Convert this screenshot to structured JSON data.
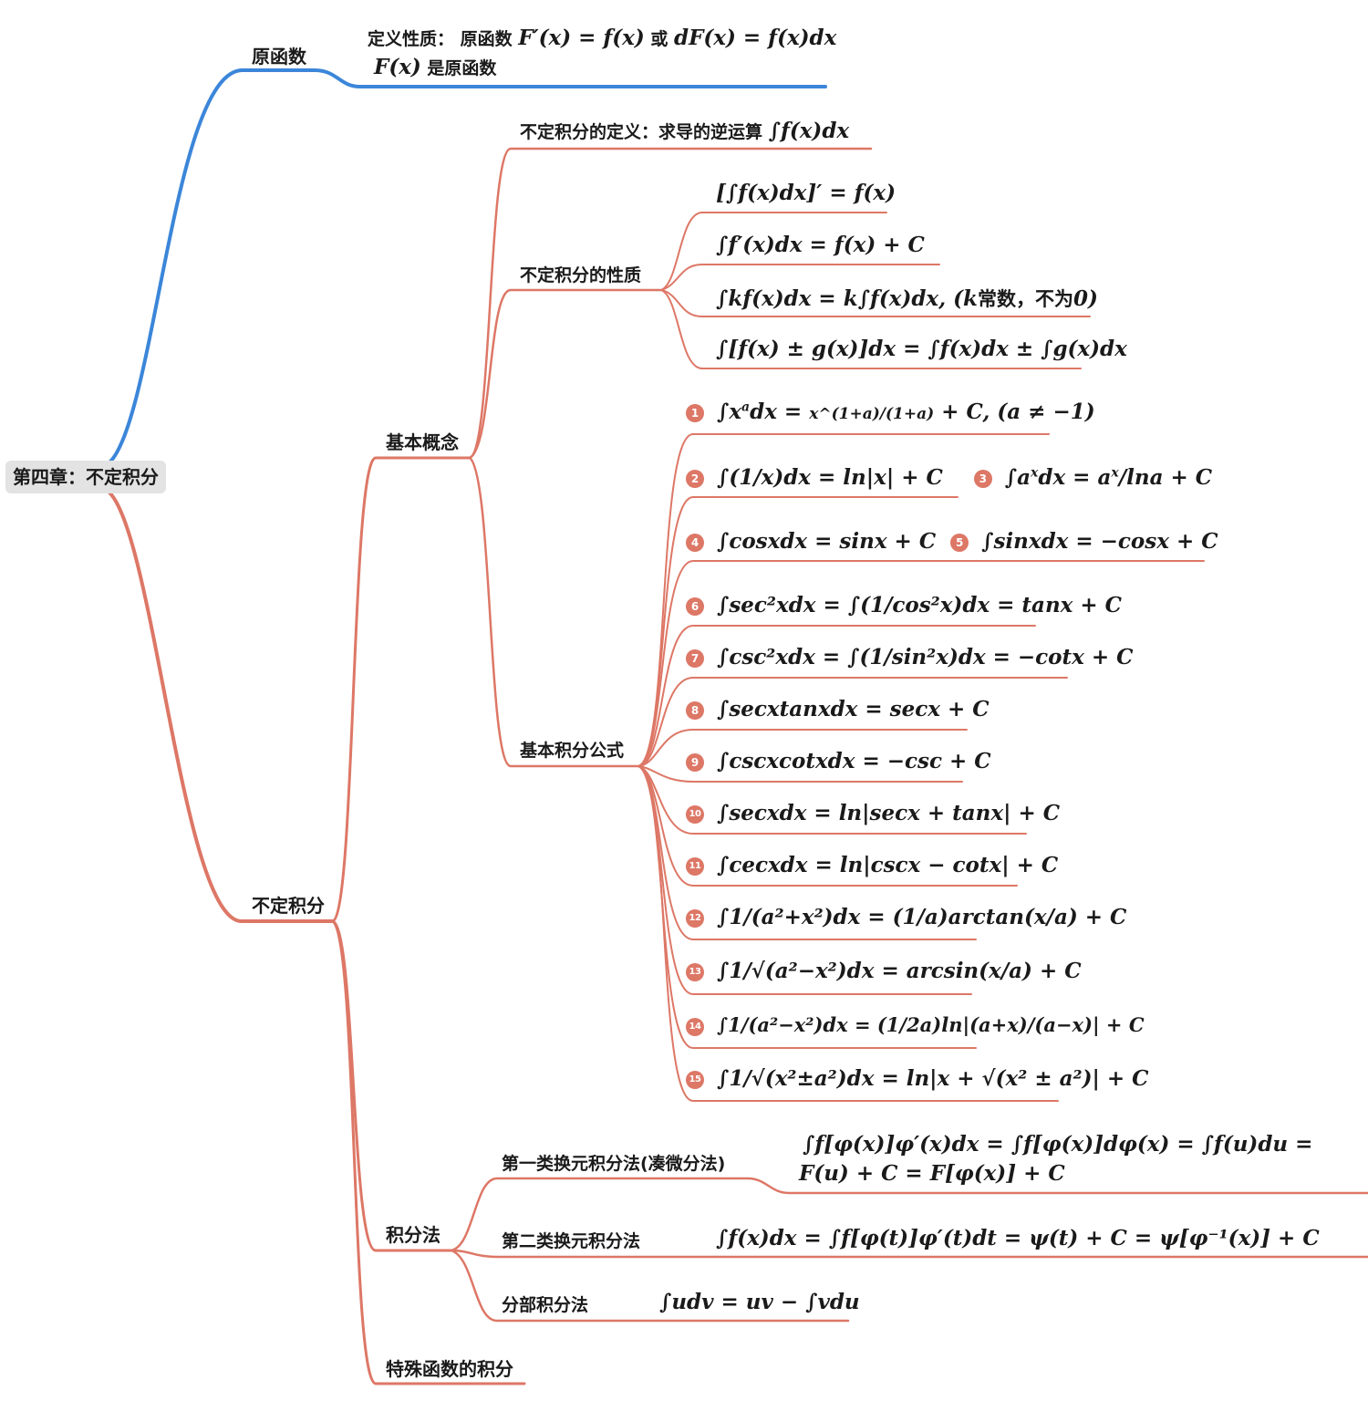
{
  "root": "第四章：不定积分",
  "branches": {
    "antiderivative": {
      "label": "原函数",
      "line1": "定义性质： 原函数 F′(x) = f(x) 或 dF(x) = f(x)dx",
      "line2": "F(x) 是原函数"
    },
    "indefinite": {
      "label": "不定积分",
      "basic": {
        "label": "基本概念",
        "definition": "不定积分的定义：求导的逆运算 ∫f(x)dx",
        "properties": {
          "label": "不定积分的性质",
          "items": [
            "[∫f(x)dx]′ = f(x)",
            "∫f′(x)dx = f(x) + C",
            "∫kf(x)dx = k∫f(x)dx, (k常数，不为0)",
            "∫[f(x) ± g(x)]dx = ∫f(x)dx ± ∫g(x)dx"
          ]
        },
        "formulas": {
          "label": "基本积分公式",
          "items": [
            {
              "n": "1",
              "t": "∫x^a dx = x^(1+a)/(1+a) + C, (a ≠ −1)"
            },
            {
              "n": "2",
              "t": "∫(1/x)dx = ln|x| + C"
            },
            {
              "n": "3",
              "t": "∫a^x dx = a^x/lna + C"
            },
            {
              "n": "4",
              "t": "∫cosxdx = sinx + C"
            },
            {
              "n": "5",
              "t": "∫sinxdx = −cosx + C"
            },
            {
              "n": "6",
              "t": "∫sec²xdx = ∫(1/cos²x)dx = tanx + C"
            },
            {
              "n": "7",
              "t": "∫csc²xdx = ∫(1/sin²x)dx = −cotx + C"
            },
            {
              "n": "8",
              "t": "∫secxtanxdx = secx + C"
            },
            {
              "n": "9",
              "t": "∫cscxcotxdx = −csc + C"
            },
            {
              "n": "10",
              "t": "∫secxdx = ln|secx + tanx| + C"
            },
            {
              "n": "11",
              "t": "∫cecxdx = ln|cscx − cotx| + C"
            },
            {
              "n": "12",
              "t": "∫1/(a²+x²)dx = (1/a)arctan(x/a) + C"
            },
            {
              "n": "13",
              "t": "∫1/√(a²−x²)dx = arcsin(x/a) + C"
            },
            {
              "n": "14",
              "t": "∫1/(a²−x²)dx = (1/2a)ln|(a+x)/(a−x)| + C"
            },
            {
              "n": "15",
              "t": "∫1/√(x²±a²)dx = ln|x + √(x² ± a²)| + C"
            }
          ]
        }
      },
      "methods": {
        "label": "积分法",
        "first": {
          "label": "第一类换元积分法(凑微分法)",
          "line1": "∫f[φ(x)]φ′(x)dx = ∫f[φ(x)]dφ(x) = ∫f(u)du =",
          "line2": "F(u) + C = F[φ(x)] + C"
        },
        "second": {
          "label": "第二类换元积分法",
          "formula": "∫f(x)dx = ∫f[φ(t)]φ′(t)dt = ψ(t) + C = ψ[φ⁻¹(x)] + C"
        },
        "parts": {
          "label": "分部积分法",
          "formula": "∫udv = uv − ∫vdu"
        }
      },
      "special": {
        "label": "特殊函数的积分"
      }
    }
  },
  "colors": {
    "blue_branch": "#3b86d9",
    "red_branch": "#dd7766",
    "badge": "#dd7766",
    "root_bg": "#e3e3e3"
  }
}
